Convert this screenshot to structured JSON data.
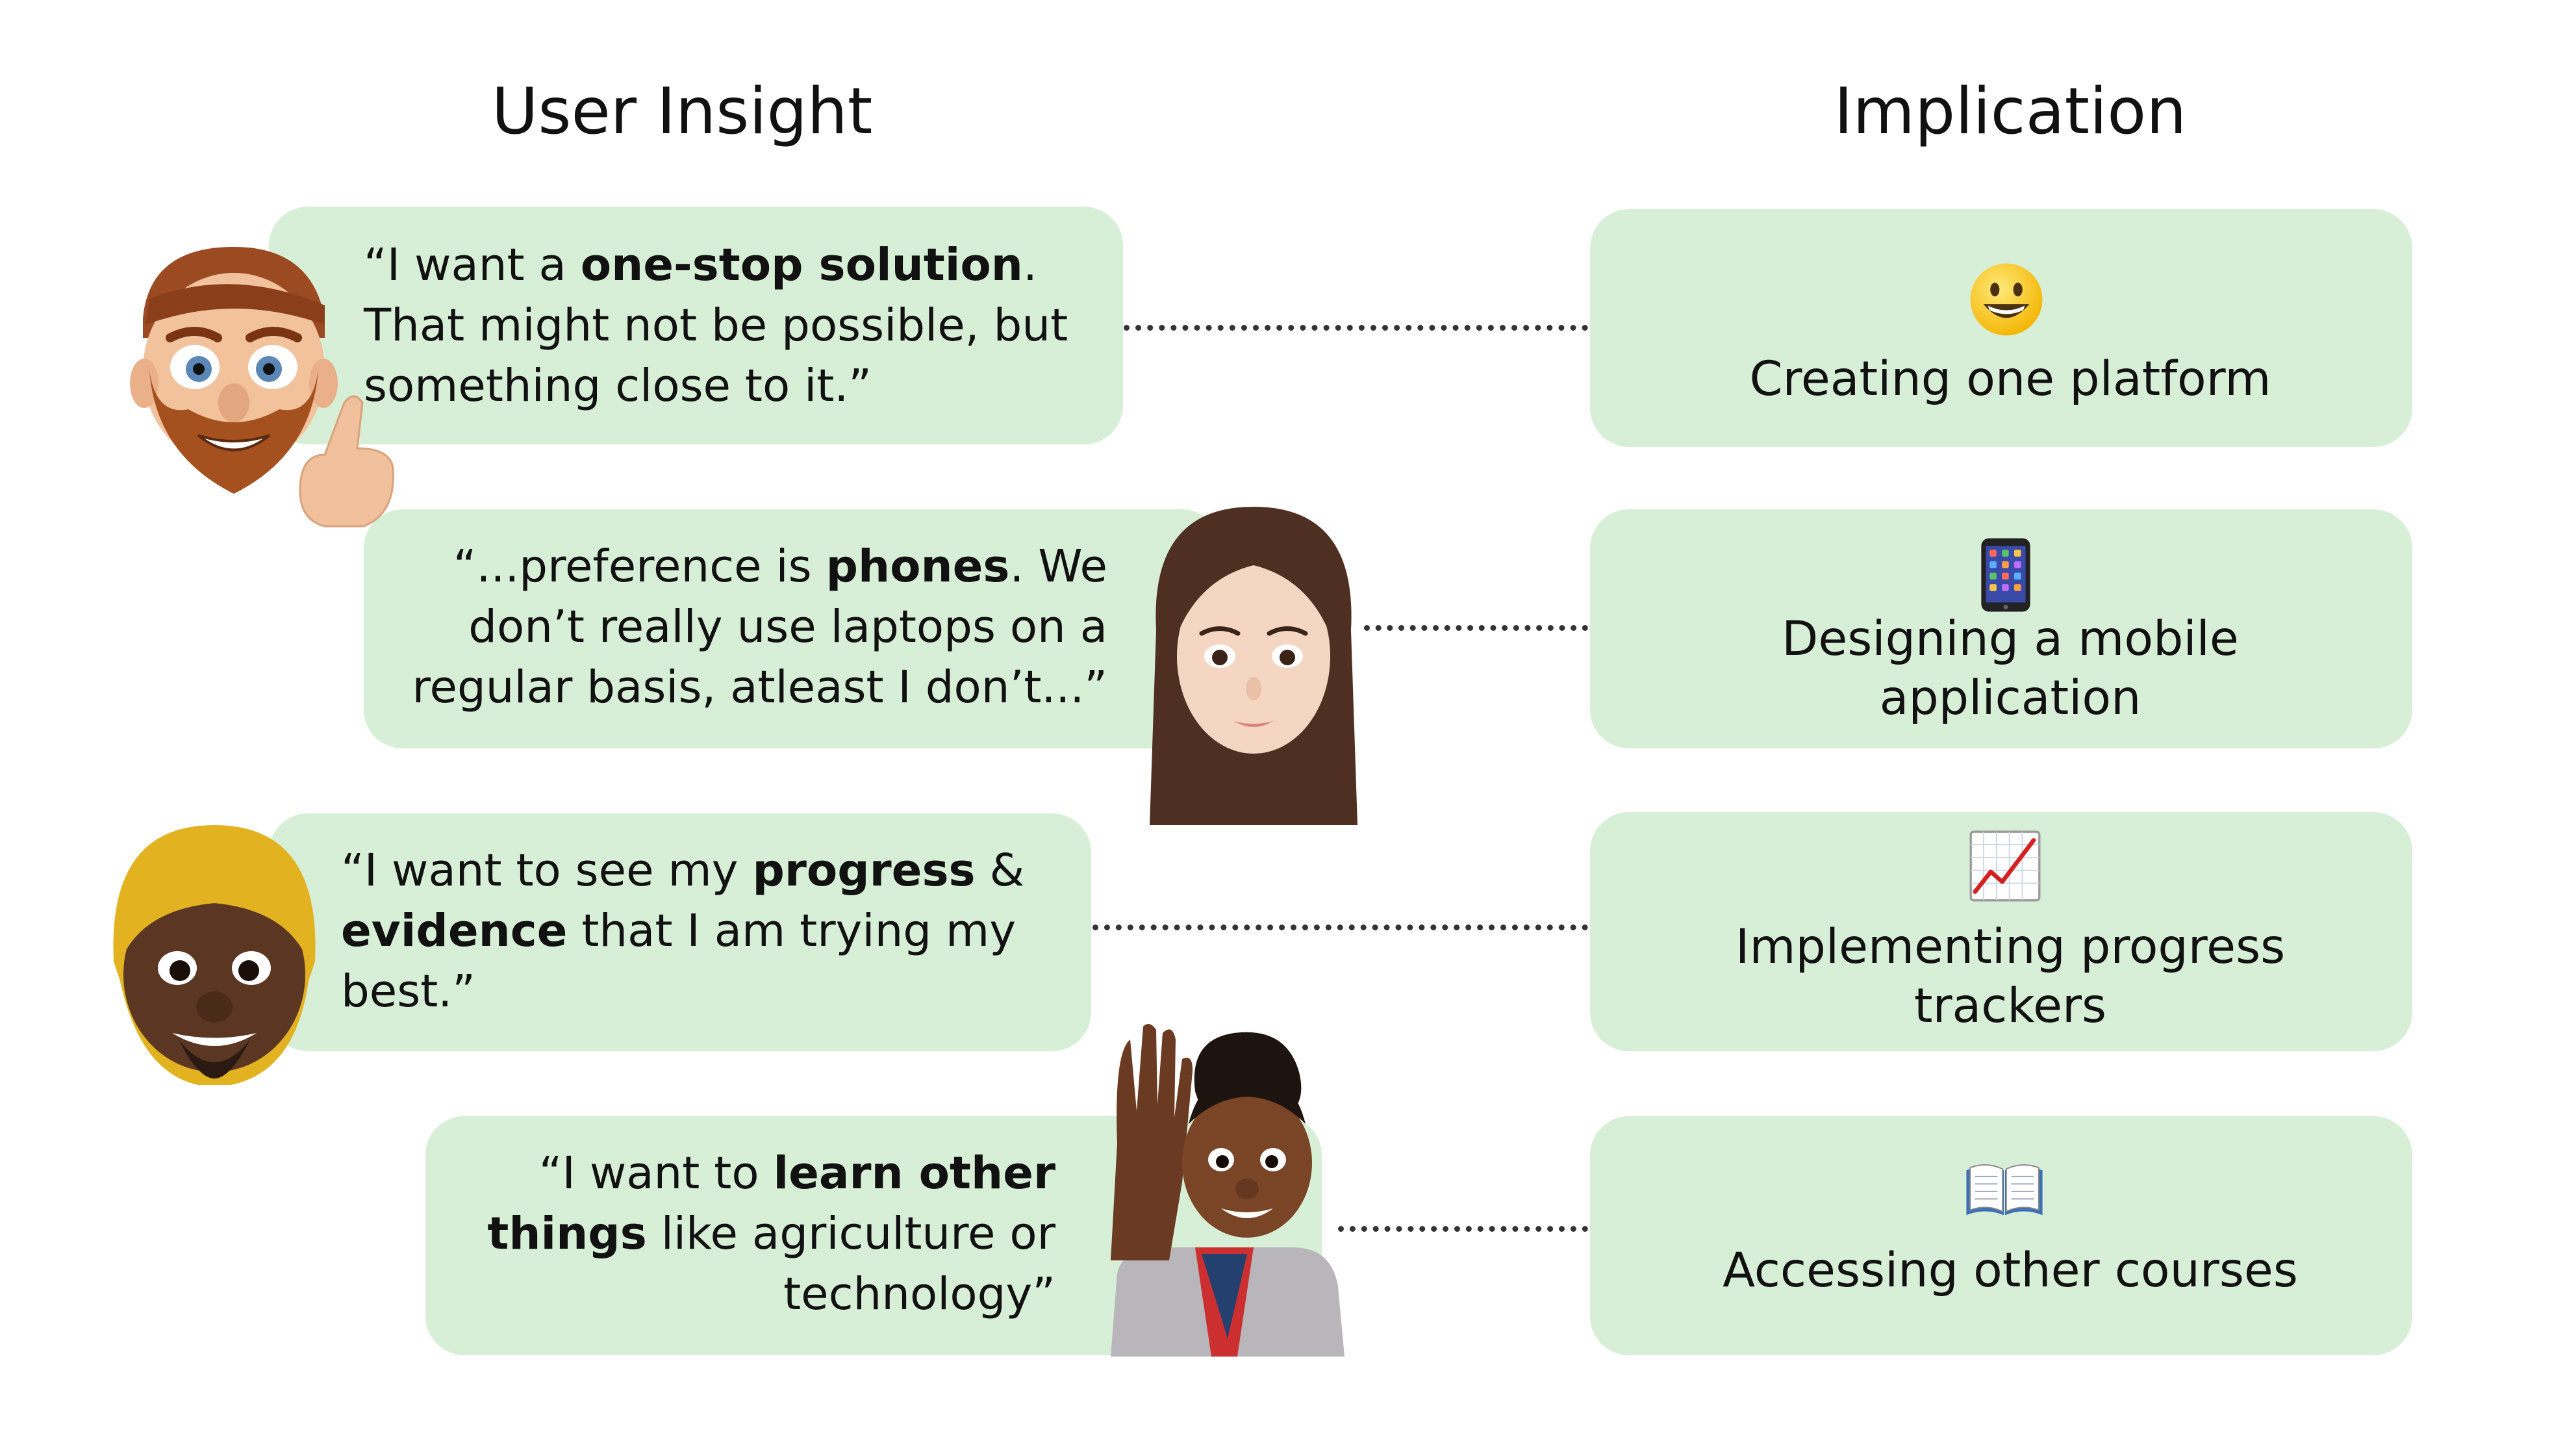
{
  "headers": {
    "left": "User Insight",
    "right": "Implication"
  },
  "insights": [
    {
      "quote_parts": [
        "“I want a ",
        "one-stop solution",
        ".",
        "That might not be possible, but",
        "something close to it.”"
      ]
    },
    {
      "quote_parts": [
        "“...preference is ",
        "phones",
        ". We",
        "don’t really use laptops on a",
        "regular basis, atleast I don’t...”"
      ]
    },
    {
      "quote_parts": [
        "“I want to see my ",
        "progress",
        " &",
        "evidence",
        " that I am trying my",
        "best.”"
      ]
    },
    {
      "quote_parts": [
        "“I want to ",
        "learn other",
        "things",
        " like agriculture or",
        "technology”"
      ]
    }
  ],
  "implications": [
    {
      "icon": "grinning-face-icon",
      "lines": [
        "Creating one platform"
      ]
    },
    {
      "icon": "mobile-phone-icon",
      "lines": [
        "Designing a mobile",
        "application"
      ]
    },
    {
      "icon": "chart-increasing-icon",
      "lines": [
        "Implementing progress",
        "trackers"
      ]
    },
    {
      "icon": "open-book-icon",
      "lines": [
        "Accessing other courses"
      ]
    }
  ],
  "colors": {
    "card": "#d8efd7",
    "dots": "#333333",
    "text": "#111111"
  }
}
